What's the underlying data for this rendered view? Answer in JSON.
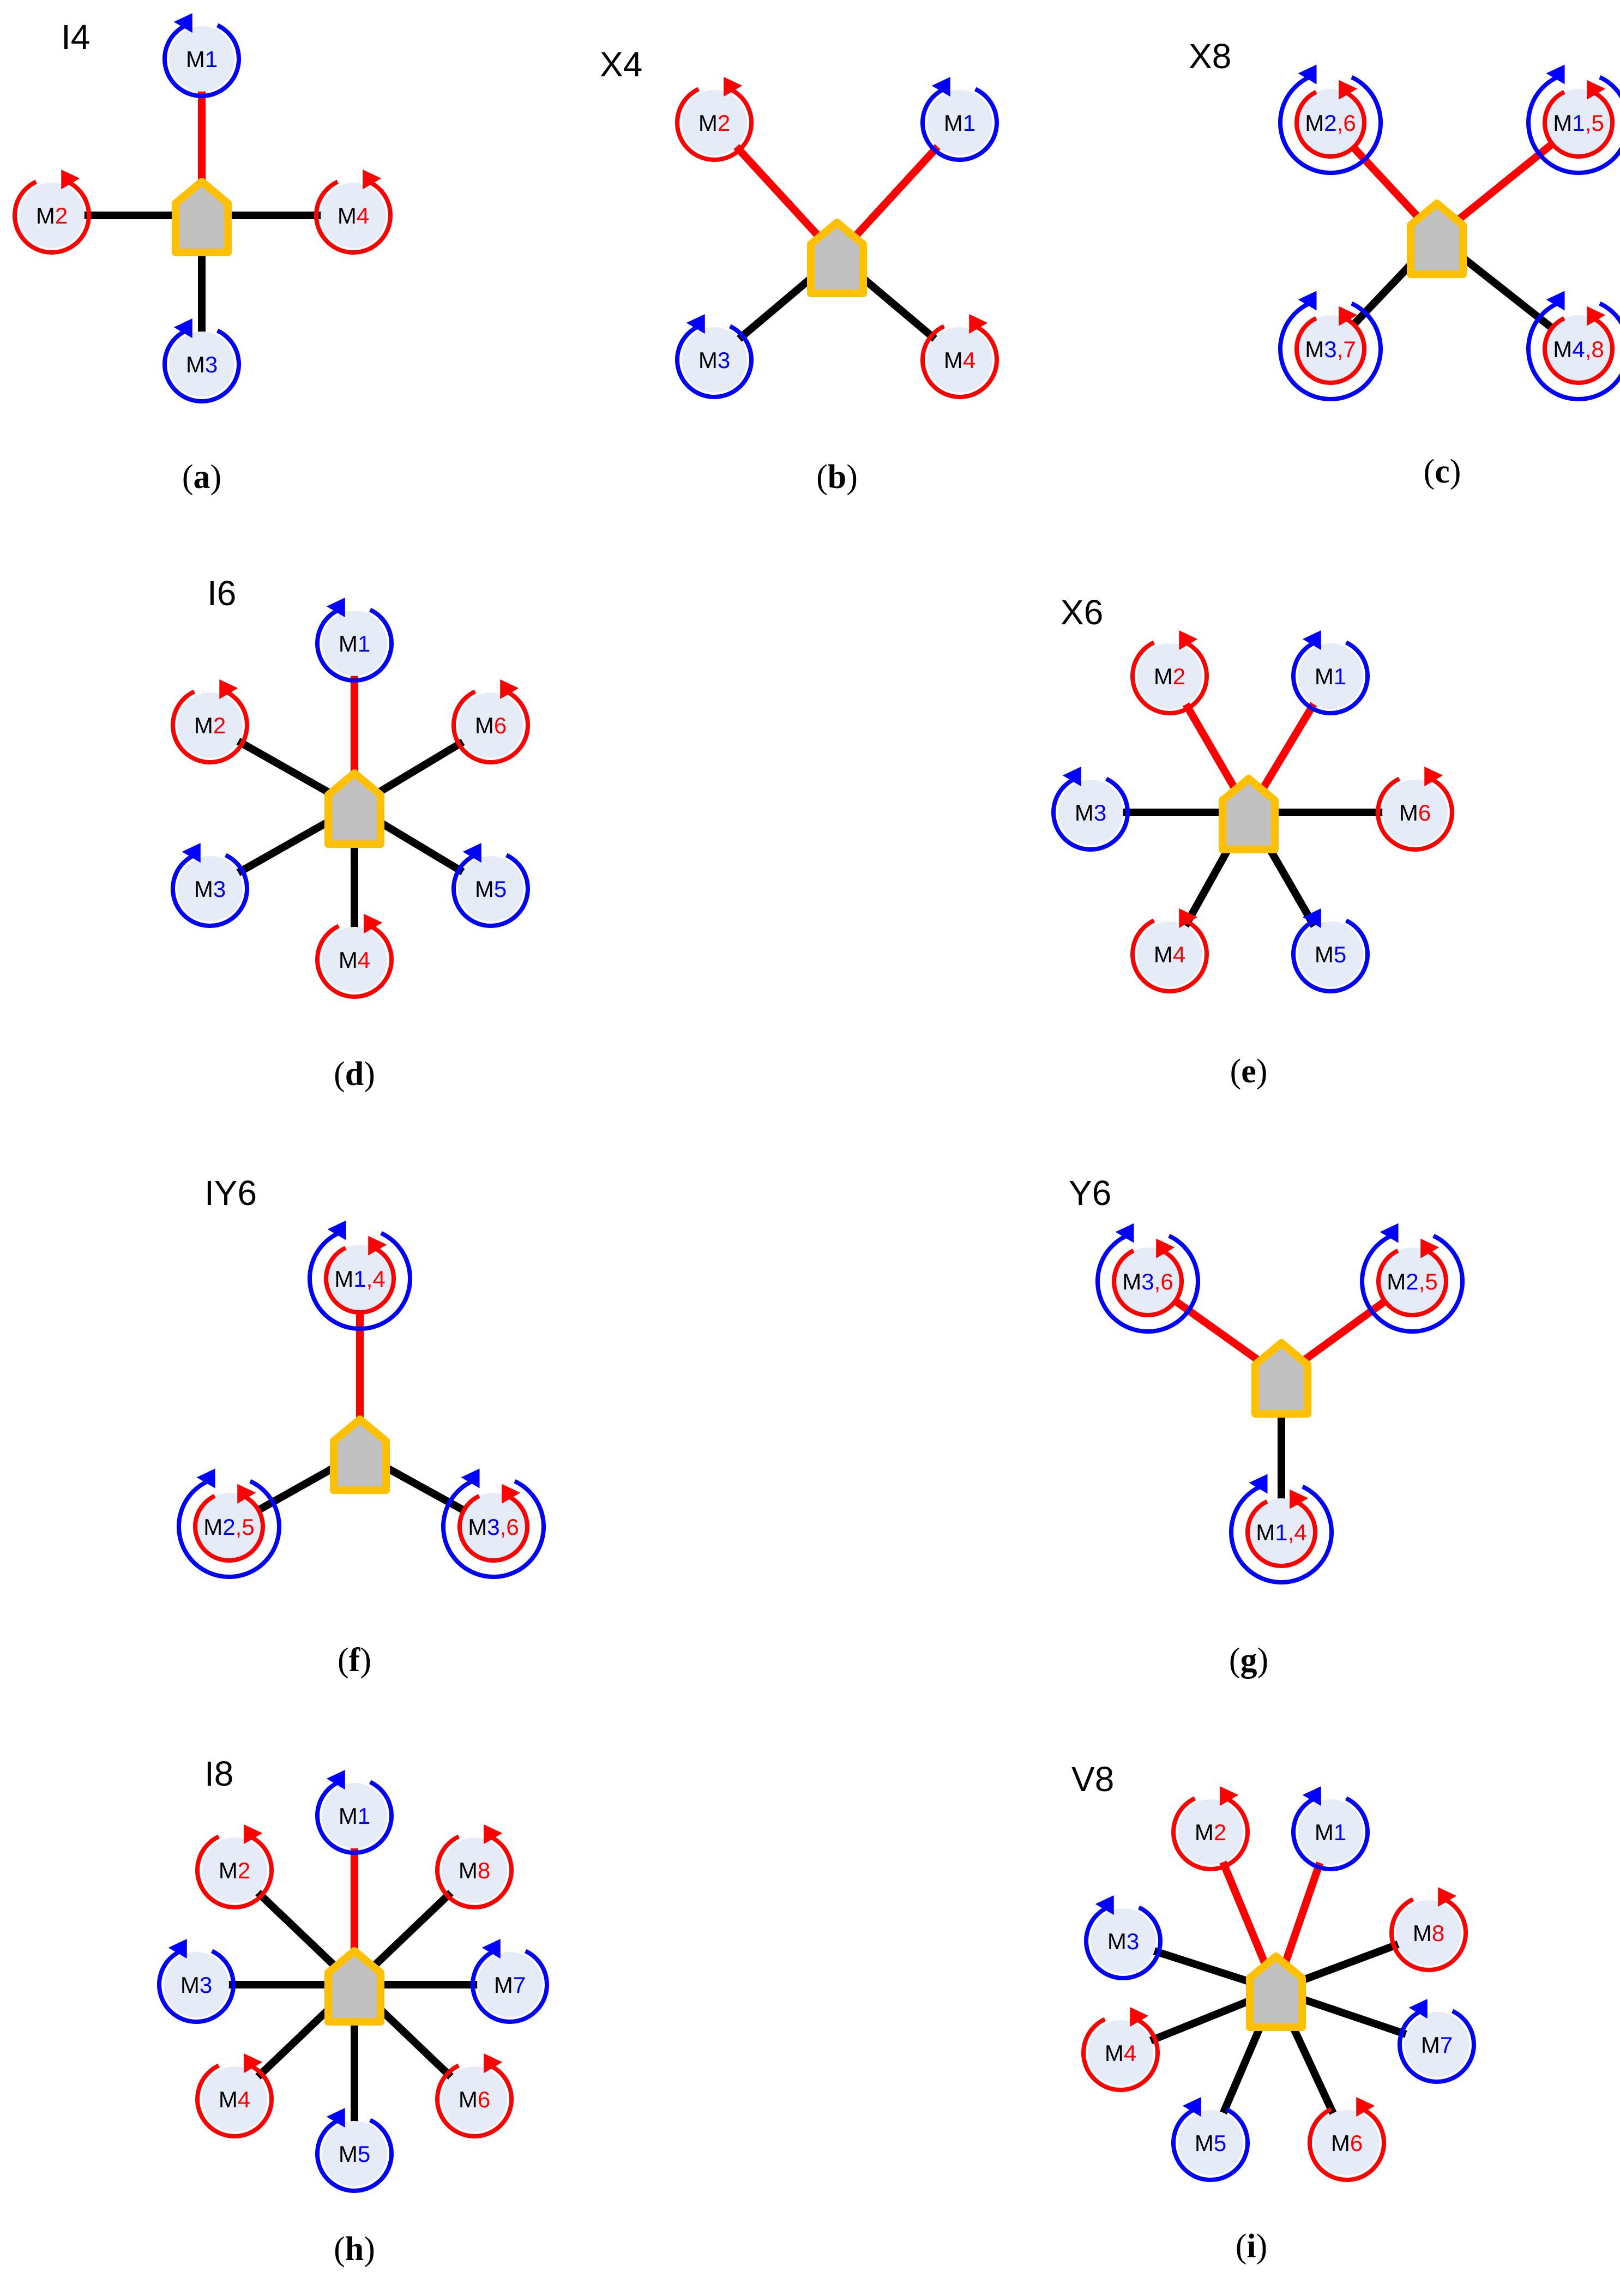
{
  "colors": {
    "cw": "#ff0000",
    "ccw": "#0000ff",
    "front_arm": "#ff0000",
    "rear_arm": "#000000",
    "body_fill": "#c0c0c0",
    "body_stroke": "#ffc000",
    "motor_fill": "#e6ecf7"
  },
  "panels": [
    {
      "title": "I4",
      "caption_letter": "a",
      "motors": [
        {
          "id": "1",
          "label": [
            "M",
            "1"
          ],
          "spin": "ccw",
          "arm": "front"
        },
        {
          "id": "2",
          "label": [
            "M",
            "2"
          ],
          "spin": "cw",
          "arm": "rear"
        },
        {
          "id": "3",
          "label": [
            "M",
            "3"
          ],
          "spin": "ccw",
          "arm": "rear"
        },
        {
          "id": "4",
          "label": [
            "M",
            "4"
          ],
          "spin": "cw",
          "arm": "rear"
        }
      ]
    },
    {
      "title": "X4",
      "caption_letter": "b",
      "motors": [
        {
          "id": "1",
          "label": [
            "M",
            "1"
          ],
          "spin": "ccw",
          "arm": "front"
        },
        {
          "id": "2",
          "label": [
            "M",
            "2"
          ],
          "spin": "cw",
          "arm": "front"
        },
        {
          "id": "3",
          "label": [
            "M",
            "3"
          ],
          "spin": "ccw",
          "arm": "rear"
        },
        {
          "id": "4",
          "label": [
            "M",
            "4"
          ],
          "spin": "cw",
          "arm": "rear"
        }
      ]
    },
    {
      "title": "X8",
      "caption_letter": "c",
      "motors": [
        {
          "id": "1",
          "label": [
            "M",
            "1",
            ",",
            "5"
          ],
          "spin": "coax",
          "arm": "front"
        },
        {
          "id": "2",
          "label": [
            "M",
            "2",
            ",",
            "6"
          ],
          "spin": "coax",
          "arm": "front"
        },
        {
          "id": "3",
          "label": [
            "M",
            "3",
            ",",
            "7"
          ],
          "spin": "coax",
          "arm": "rear"
        },
        {
          "id": "4",
          "label": [
            "M",
            "4",
            ",",
            "8"
          ],
          "spin": "coax",
          "arm": "rear"
        }
      ]
    },
    {
      "title": "I6",
      "caption_letter": "d",
      "motors": [
        {
          "id": "1",
          "label": [
            "M",
            "1"
          ],
          "spin": "ccw",
          "arm": "front"
        },
        {
          "id": "2",
          "label": [
            "M",
            "2"
          ],
          "spin": "cw",
          "arm": "rear"
        },
        {
          "id": "3",
          "label": [
            "M",
            "3"
          ],
          "spin": "ccw",
          "arm": "rear"
        },
        {
          "id": "4",
          "label": [
            "M",
            "4"
          ],
          "spin": "cw",
          "arm": "rear"
        },
        {
          "id": "5",
          "label": [
            "M",
            "5"
          ],
          "spin": "ccw",
          "arm": "rear"
        },
        {
          "id": "6",
          "label": [
            "M",
            "6"
          ],
          "spin": "cw",
          "arm": "rear"
        }
      ]
    },
    {
      "title": "X6",
      "caption_letter": "e",
      "motors": [
        {
          "id": "1",
          "label": [
            "M",
            "1"
          ],
          "spin": "ccw",
          "arm": "front"
        },
        {
          "id": "2",
          "label": [
            "M",
            "2"
          ],
          "spin": "cw",
          "arm": "front"
        },
        {
          "id": "3",
          "label": [
            "M",
            "3"
          ],
          "spin": "ccw",
          "arm": "rear"
        },
        {
          "id": "4",
          "label": [
            "M",
            "4"
          ],
          "spin": "cw",
          "arm": "rear"
        },
        {
          "id": "5",
          "label": [
            "M",
            "5"
          ],
          "spin": "ccw",
          "arm": "rear"
        },
        {
          "id": "6",
          "label": [
            "M",
            "6"
          ],
          "spin": "cw",
          "arm": "rear"
        }
      ]
    },
    {
      "title": "IY6",
      "caption_letter": "f",
      "motors": [
        {
          "id": "1",
          "label": [
            "M",
            "1",
            ",",
            "4"
          ],
          "spin": "coax",
          "arm": "front"
        },
        {
          "id": "2",
          "label": [
            "M",
            "2",
            ",",
            "5"
          ],
          "spin": "coax",
          "arm": "rear"
        },
        {
          "id": "3",
          "label": [
            "M",
            "3",
            ",",
            "6"
          ],
          "spin": "coax",
          "arm": "rear"
        }
      ]
    },
    {
      "title": "Y6",
      "caption_letter": "g",
      "motors": [
        {
          "id": "1",
          "label": [
            "M",
            "1",
            ",",
            "4"
          ],
          "spin": "coax",
          "arm": "rear"
        },
        {
          "id": "2",
          "label": [
            "M",
            "2",
            ",",
            "5"
          ],
          "spin": "coax",
          "arm": "front"
        },
        {
          "id": "3",
          "label": [
            "M",
            "3",
            ",",
            "6"
          ],
          "spin": "coax",
          "arm": "front"
        }
      ]
    },
    {
      "title": "I8",
      "caption_letter": "h",
      "motors": [
        {
          "id": "1",
          "label": [
            "M",
            "1"
          ],
          "spin": "ccw",
          "arm": "front"
        },
        {
          "id": "2",
          "label": [
            "M",
            "2"
          ],
          "spin": "cw",
          "arm": "rear"
        },
        {
          "id": "3",
          "label": [
            "M",
            "3"
          ],
          "spin": "ccw",
          "arm": "rear"
        },
        {
          "id": "4",
          "label": [
            "M",
            "4"
          ],
          "spin": "cw",
          "arm": "rear"
        },
        {
          "id": "5",
          "label": [
            "M",
            "5"
          ],
          "spin": "ccw",
          "arm": "rear"
        },
        {
          "id": "6",
          "label": [
            "M",
            "6"
          ],
          "spin": "cw",
          "arm": "rear"
        },
        {
          "id": "7",
          "label": [
            "M",
            "7"
          ],
          "spin": "ccw",
          "arm": "rear"
        },
        {
          "id": "8",
          "label": [
            "M",
            "8"
          ],
          "spin": "cw",
          "arm": "rear"
        }
      ]
    },
    {
      "title": "V8",
      "caption_letter": "i",
      "motors": [
        {
          "id": "1",
          "label": [
            "M",
            "1"
          ],
          "spin": "ccw",
          "arm": "front"
        },
        {
          "id": "2",
          "label": [
            "M",
            "2"
          ],
          "spin": "cw",
          "arm": "front"
        },
        {
          "id": "3",
          "label": [
            "M",
            "3"
          ],
          "spin": "ccw",
          "arm": "rear"
        },
        {
          "id": "4",
          "label": [
            "M",
            "4"
          ],
          "spin": "cw",
          "arm": "rear"
        },
        {
          "id": "5",
          "label": [
            "M",
            "5"
          ],
          "spin": "ccw",
          "arm": "rear"
        },
        {
          "id": "6",
          "label": [
            "M",
            "6"
          ],
          "spin": "cw",
          "arm": "rear"
        },
        {
          "id": "7",
          "label": [
            "M",
            "7"
          ],
          "spin": "ccw",
          "arm": "rear"
        },
        {
          "id": "8",
          "label": [
            "M",
            "8"
          ],
          "spin": "cw",
          "arm": "rear"
        }
      ]
    }
  ]
}
